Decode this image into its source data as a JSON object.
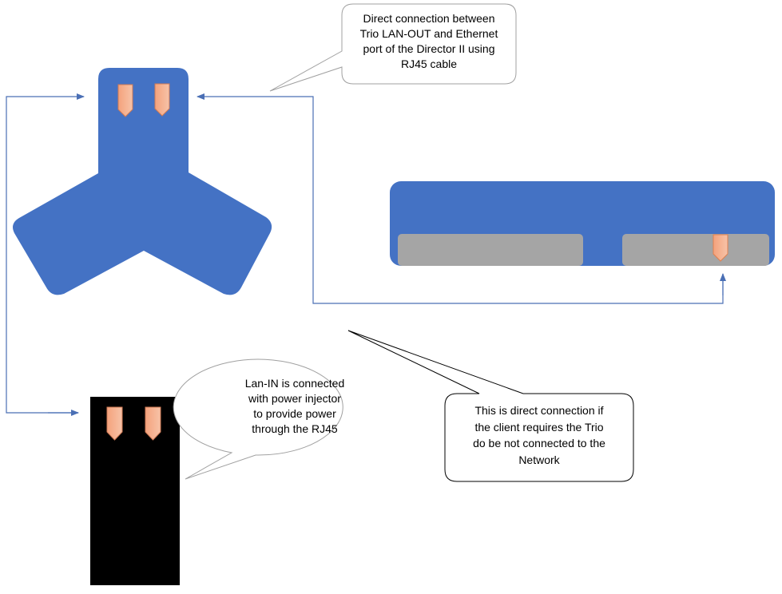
{
  "colors": {
    "device_blue": "#4472c4",
    "port_orange": "#f4a582",
    "port_gray": "#a5a5a5",
    "connector_line": "#4a6fb5",
    "callout_border": "#a0a0a0"
  },
  "callouts": {
    "direct_connection": [
      "Direct connection between",
      "Trio LAN-OUT and Ethernet",
      "port of the Director II using",
      "RJ45 cable"
    ],
    "lan_in": [
      "Lan-IN is connected",
      "with power injector",
      "to provide power",
      "through the RJ45"
    ],
    "network_note": [
      "This is direct connection if",
      "the client requires the Trio",
      "do be not connected to the",
      "Network"
    ]
  }
}
